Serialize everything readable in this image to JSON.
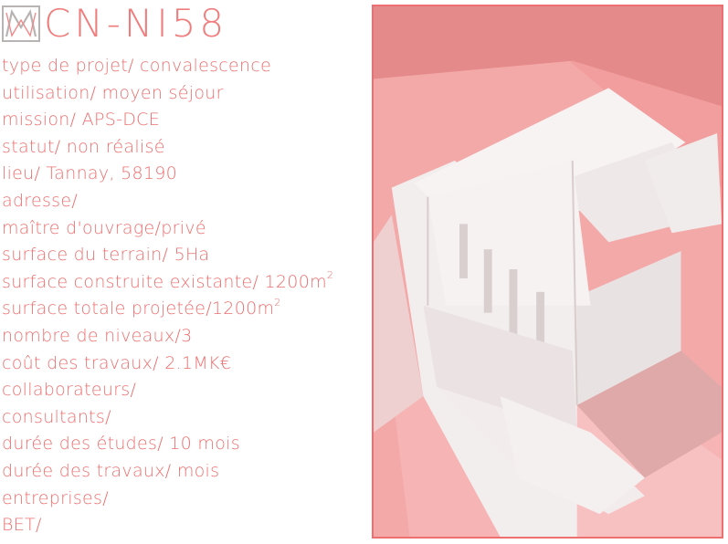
{
  "header": {
    "logo_icon": "mw-monogram-logo",
    "project_code": "CN-NI58"
  },
  "project_info": [
    {
      "text": "type de projet/ convalescence"
    },
    {
      "text": "utilisation/ moyen séjour"
    },
    {
      "text": "mission/ APS-DCE"
    },
    {
      "text": "statut/ non réalisé"
    },
    {
      "text": "lieu/ Tannay, 58190"
    },
    {
      "text": "adresse/"
    },
    {
      "text": "maître d'ouvrage/privé"
    },
    {
      "text": "surface du terrain/ 5Ha"
    },
    {
      "text": "surface construite existante/ 1200m",
      "sup": "2"
    },
    {
      "text": "surface totale projetée/1200m",
      "sup": "2"
    },
    {
      "text": "nombre de niveaux/3"
    },
    {
      "text": "coût des travaux/ 2.1MK€"
    },
    {
      "text": "collaborateurs/"
    },
    {
      "text": "consultants/"
    },
    {
      "text": "durée des études/ 10 mois"
    },
    {
      "text": "durée des travaux/   mois"
    },
    {
      "text": "entreprises/"
    },
    {
      "text": "BET/"
    }
  ],
  "photo": {
    "subject": "architectural-model-photo"
  },
  "colors": {
    "accent": "#ee6f6f",
    "frame_bg": "#f4a4a4",
    "model_white": "#f3eeee"
  }
}
